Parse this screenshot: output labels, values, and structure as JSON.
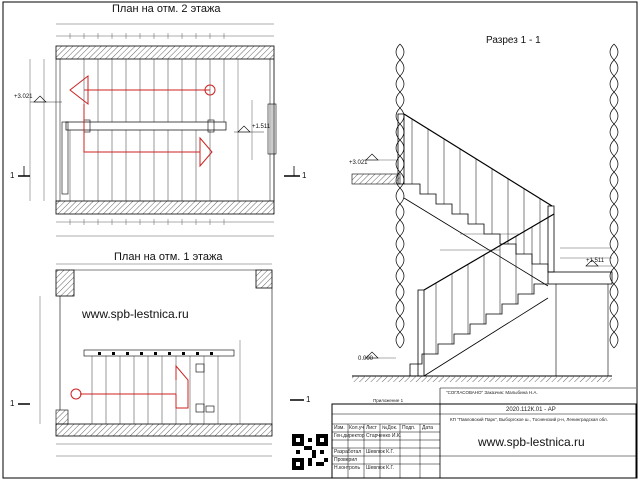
{
  "titles": {
    "plan_floor2": "План на отм. 2 этажа",
    "plan_floor1": "План на отм. 1 этажа",
    "section": "Разрез 1 - 1"
  },
  "website": "www.spb-lestnica.ru",
  "section_marks": {
    "left": "1",
    "right": "1"
  },
  "levels": {
    "floor2": "+3.021",
    "floor1": "0.000",
    "landing": "+1.511"
  },
  "title_block": {
    "doc_code": "2020.112К.01 - АР",
    "project": "КП \"Павловский Парк\", Выборгское ш., Тосненский р-н, Ленинградская обл.",
    "approved": "\"СОГЛАСОВАНО\" Заказчик: Малыбина Н.А.",
    "appendix": "Приложение 1",
    "headers": [
      "Изм.",
      "Кол.уч",
      "Лист",
      "№Док.",
      "Подп.",
      "Дата"
    ],
    "rows": [
      {
        "role": "Ген.директор",
        "name": "Старченко И.К."
      },
      {
        "role": "Разработал",
        "name": "Шевлюк К.Г."
      },
      {
        "role": "Проверил",
        "name": ""
      },
      {
        "role": "Н.контроль",
        "name": "Шевлюк К.Г."
      }
    ]
  },
  "colors": {
    "line": "#000000",
    "thin": "#444444",
    "hatch": "#666666",
    "arrow": "#cc2222",
    "dim": "#333333"
  }
}
